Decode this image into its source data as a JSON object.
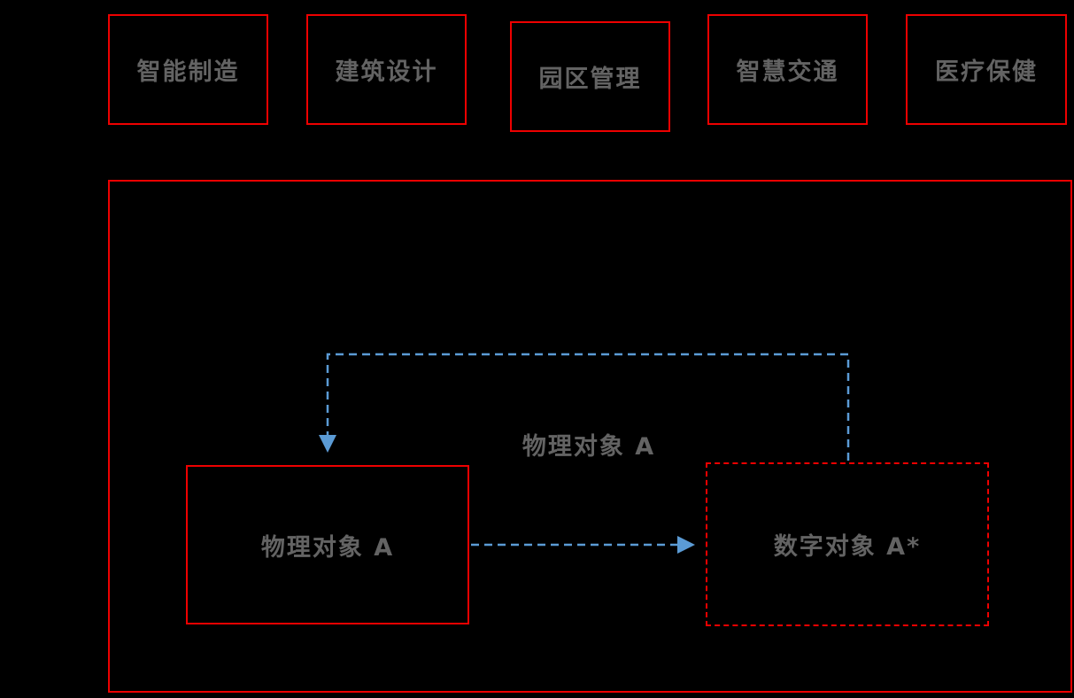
{
  "top_tabs": [
    {
      "label": "智能制造"
    },
    {
      "label": "建筑设计"
    },
    {
      "label": "园区管理"
    },
    {
      "label": "智慧交通"
    },
    {
      "label": "医疗保健"
    }
  ],
  "diagram": {
    "physical_object_label": "物理对象 A",
    "digital_object_label": "数字对象 A*",
    "connector_label": "物理对象 A"
  },
  "colors": {
    "background": "#000000",
    "box_border_red": "#ee0000",
    "connector_blue": "#5b9bd5",
    "text_gray": "#636363"
  }
}
